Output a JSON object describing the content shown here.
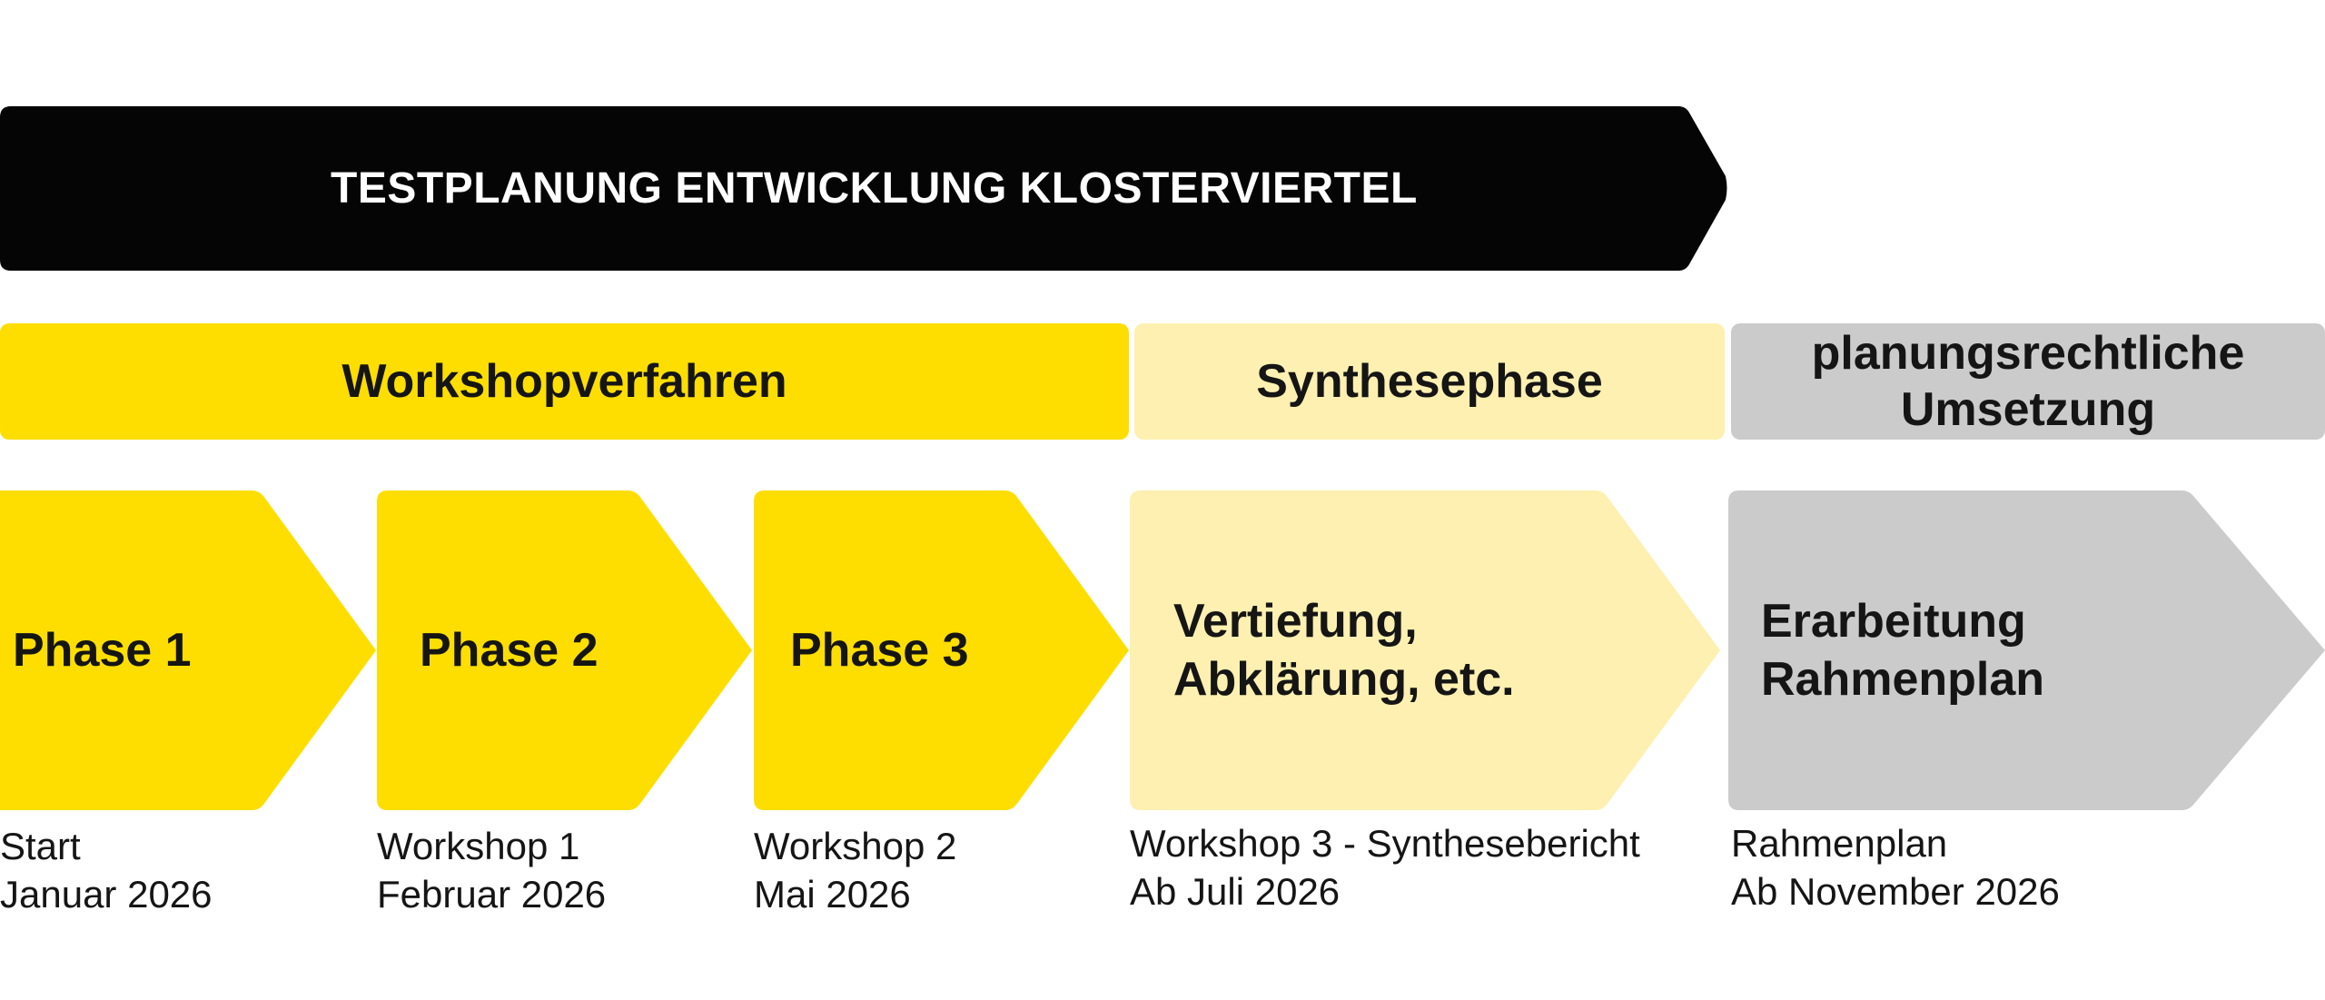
{
  "banner": {
    "title": "TESTPLANUNG ENTWICKLUNG KLOSTERVIERTEL",
    "color": "#050505"
  },
  "phase_bars": [
    {
      "label": "Workshopverfahren",
      "color": "#FEDE00"
    },
    {
      "label": "Synthesephase",
      "color": "#FDF0B0"
    },
    {
      "label": "planungsrechtliche\nUmsetzung",
      "color": "#CBCBCB"
    }
  ],
  "chevrons": [
    {
      "label": "Phase 1",
      "color": "#FEDE00"
    },
    {
      "label": "Phase 2",
      "color": "#FEDE00"
    },
    {
      "label": "Phase 3",
      "color": "#FEDE00"
    },
    {
      "label": "Vertiefung,\nAbklärung, etc.",
      "color": "#FDF0B0"
    },
    {
      "label": "Erarbeitung\nRahmenplan",
      "color": "#CBCBCB"
    }
  ],
  "captions": [
    {
      "line1": "Start",
      "line2": "Januar 2026"
    },
    {
      "line1": "Workshop 1",
      "line2": "Februar 2026"
    },
    {
      "line1": "Workshop 2",
      "line2": "Mai 2026"
    },
    {
      "line1": "Workshop 3 - Synthesebericht",
      "line2": "Ab Juli 2026"
    },
    {
      "line1": "Rahmenplan",
      "line2": "Ab November 2026"
    }
  ]
}
